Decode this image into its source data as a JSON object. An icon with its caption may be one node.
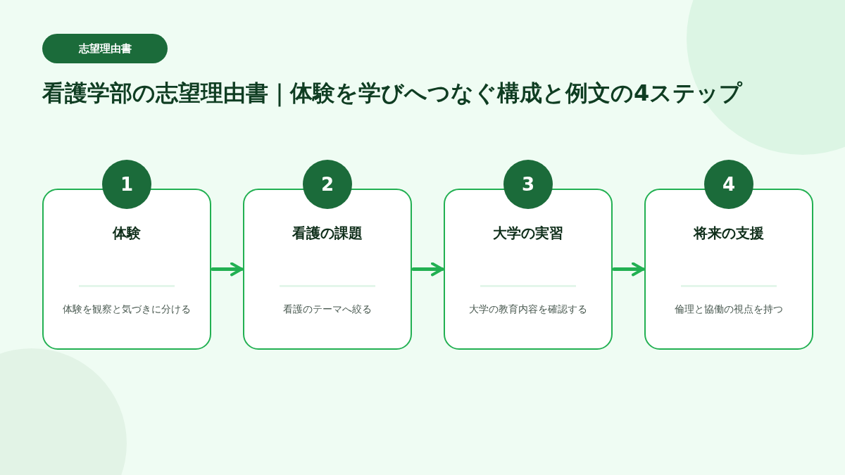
{
  "diagram": {
    "title": "看護学部の志望理由書｜体験を学びへつなぐ構成と例文の4ステップ",
    "nodes": [
      {
        "text": [
          "志望理由書"
        ]
      },
      {
        "text": [
          "1"
        ]
      },
      {
        "text": [
          "体験",
          "体験を観察と気づきに分ける"
        ]
      },
      {
        "text": [
          "2"
        ]
      },
      {
        "text": [
          "看護の課題",
          "看護のテーマへ絞る"
        ]
      },
      {
        "text": [
          "3"
        ]
      },
      {
        "text": [
          "大学の実習",
          "大学の教育内容を確認する"
        ]
      },
      {
        "text": [
          "4"
        ]
      },
      {
        "text": [
          "将来の支援",
          "倫理と協働の視点を持つ"
        ]
      }
    ],
    "edges": [
      {
        "from": 2,
        "to": 4,
        "arrow": "to"
      },
      {
        "from": 4,
        "to": 6,
        "arrow": "to"
      },
      {
        "from": 6,
        "to": 8,
        "arrow": "to"
      }
    ]
  }
}
